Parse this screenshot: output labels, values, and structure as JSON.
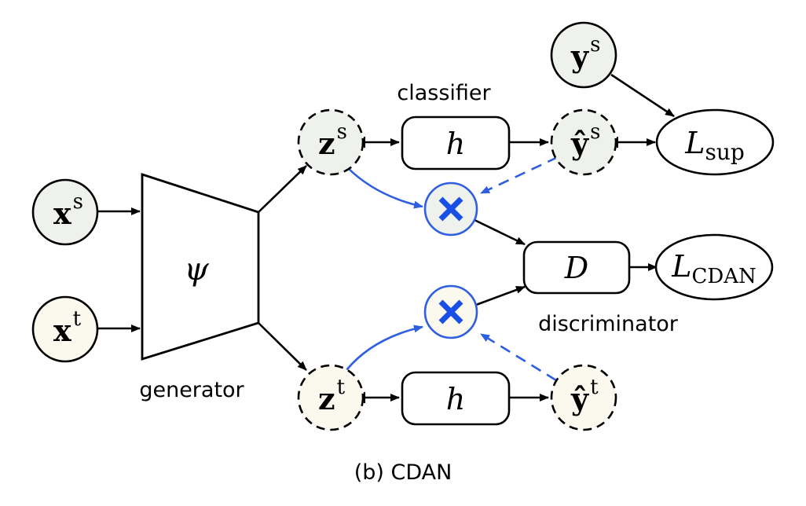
{
  "caption": "(b) CDAN",
  "labels": {
    "generator": "generator",
    "classifier": "classifier",
    "discriminator": "discriminator"
  },
  "colors": {
    "source_fill": "#eff2ec",
    "target_fill": "#fbf8ee",
    "stroke": "#000000",
    "accent_blue": "#2f5fe0",
    "multiply_glyph": "#1a4fe6"
  },
  "nodes": {
    "xs": {
      "base": "x",
      "sup": "s",
      "kind": "input-source"
    },
    "xt": {
      "base": "x",
      "sup": "t",
      "kind": "input-target"
    },
    "generator": {
      "symbol": "ψ"
    },
    "zs": {
      "base": "z",
      "sup": "s",
      "kind": "feature-source"
    },
    "zt": {
      "base": "z",
      "sup": "t",
      "kind": "feature-target"
    },
    "h_top": {
      "symbol": "h"
    },
    "h_bottom": {
      "symbol": "h"
    },
    "ys_hat": {
      "base": "ŷ",
      "sup": "s",
      "kind": "prediction-source"
    },
    "yt_hat": {
      "base": "ŷ",
      "sup": "t",
      "kind": "prediction-target"
    },
    "ys": {
      "base": "y",
      "sup": "s",
      "kind": "label-source"
    },
    "mult_top": {
      "symbol": "×"
    },
    "mult_bottom": {
      "symbol": "×"
    },
    "discriminator": {
      "symbol": "D"
    },
    "loss_sup": {
      "base": "L",
      "sub": "sup"
    },
    "loss_cdan": {
      "base": "L",
      "sub": "CDAN"
    }
  },
  "edges": [
    {
      "from": "xs",
      "to": "generator",
      "style": "solid-black"
    },
    {
      "from": "xt",
      "to": "generator",
      "style": "solid-black"
    },
    {
      "from": "generator",
      "to": "zs",
      "style": "solid-black"
    },
    {
      "from": "generator",
      "to": "zt",
      "style": "solid-black"
    },
    {
      "from": "zs",
      "to": "h_top",
      "style": "solid-black"
    },
    {
      "from": "h_top",
      "to": "ys_hat",
      "style": "solid-black"
    },
    {
      "from": "ys_hat",
      "to": "loss_sup",
      "style": "solid-black"
    },
    {
      "from": "ys",
      "to": "loss_sup",
      "style": "solid-black"
    },
    {
      "from": "zt",
      "to": "h_bottom",
      "style": "solid-black"
    },
    {
      "from": "h_bottom",
      "to": "yt_hat",
      "style": "solid-black"
    },
    {
      "from": "zs",
      "to": "mult_top",
      "style": "solid-blue"
    },
    {
      "from": "ys_hat",
      "to": "mult_top",
      "style": "dashed-blue"
    },
    {
      "from": "zt",
      "to": "mult_bottom",
      "style": "solid-blue"
    },
    {
      "from": "yt_hat",
      "to": "mult_bottom",
      "style": "dashed-blue"
    },
    {
      "from": "mult_top",
      "to": "discriminator",
      "style": "solid-black"
    },
    {
      "from": "mult_bottom",
      "to": "discriminator",
      "style": "solid-black"
    },
    {
      "from": "discriminator",
      "to": "loss_cdan",
      "style": "solid-black"
    }
  ]
}
